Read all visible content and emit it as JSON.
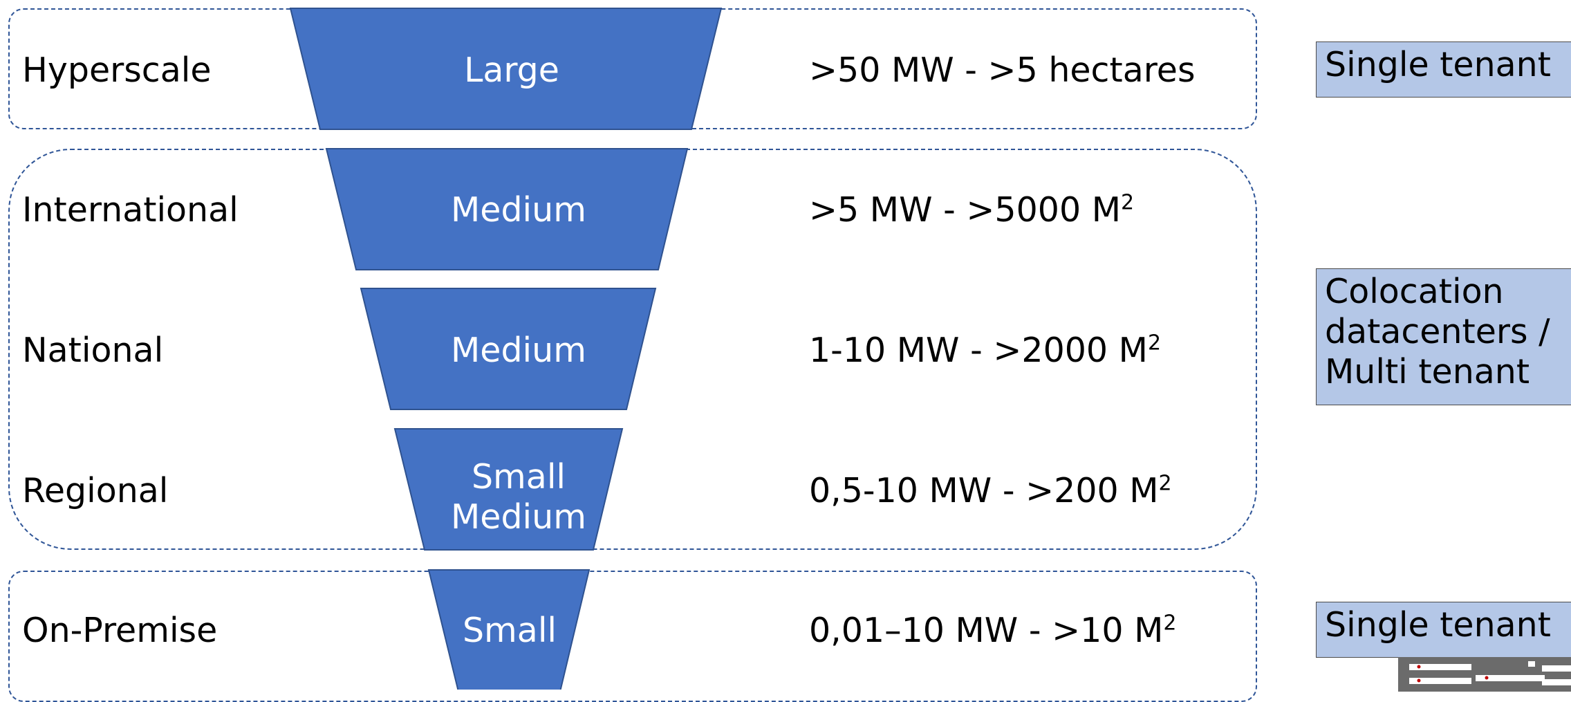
{
  "levels": [
    {
      "name": "Hyperscale",
      "size": "Large",
      "spec_text": ">50 MW - >5 hectares",
      "spec_sup": ""
    },
    {
      "name": "International",
      "size": "Medium",
      "spec_text": ">5 MW - >5000 M",
      "spec_sup": "2"
    },
    {
      "name": "National",
      "size": "Medium",
      "spec_text": "1-10 MW - >2000 M",
      "spec_sup": "2"
    },
    {
      "name": "Regional",
      "size_line1": "Small",
      "size_line2": "Medium",
      "spec_text": "0,5-10 MW - >200 M",
      "spec_sup": "2"
    },
    {
      "name": "On-Premise",
      "size": "Small",
      "spec_text": "0,01–10 MW - >10 M",
      "spec_sup": "2"
    }
  ],
  "tenancy": {
    "top": "Single tenant",
    "middle": "Colocation datacenters / Multi tenant",
    "middle_lines": [
      "Colocation",
      "datacenters /",
      "Multi tenant"
    ],
    "bottom": "Single tenant"
  },
  "colors": {
    "funnel_fill": "#4472C4",
    "funnel_stroke": "#2F528F",
    "group_border": "#2F5597",
    "tenant_fill": "#B4C7E7"
  },
  "icons": {
    "rack": "server-rack-icon"
  }
}
